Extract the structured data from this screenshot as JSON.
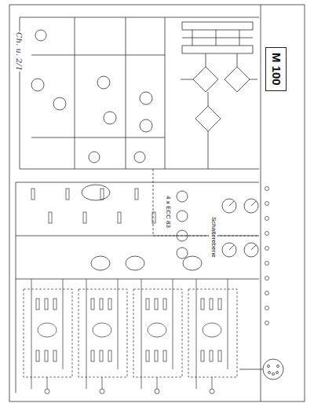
{
  "diagram": {
    "nodes": [
      {
        "text": [
          "M 100"
        ]
      }
    ],
    "labels": [
      "4 x ECC 83",
      "Schalterebene",
      "Ch. u. 2/1"
    ]
  }
}
